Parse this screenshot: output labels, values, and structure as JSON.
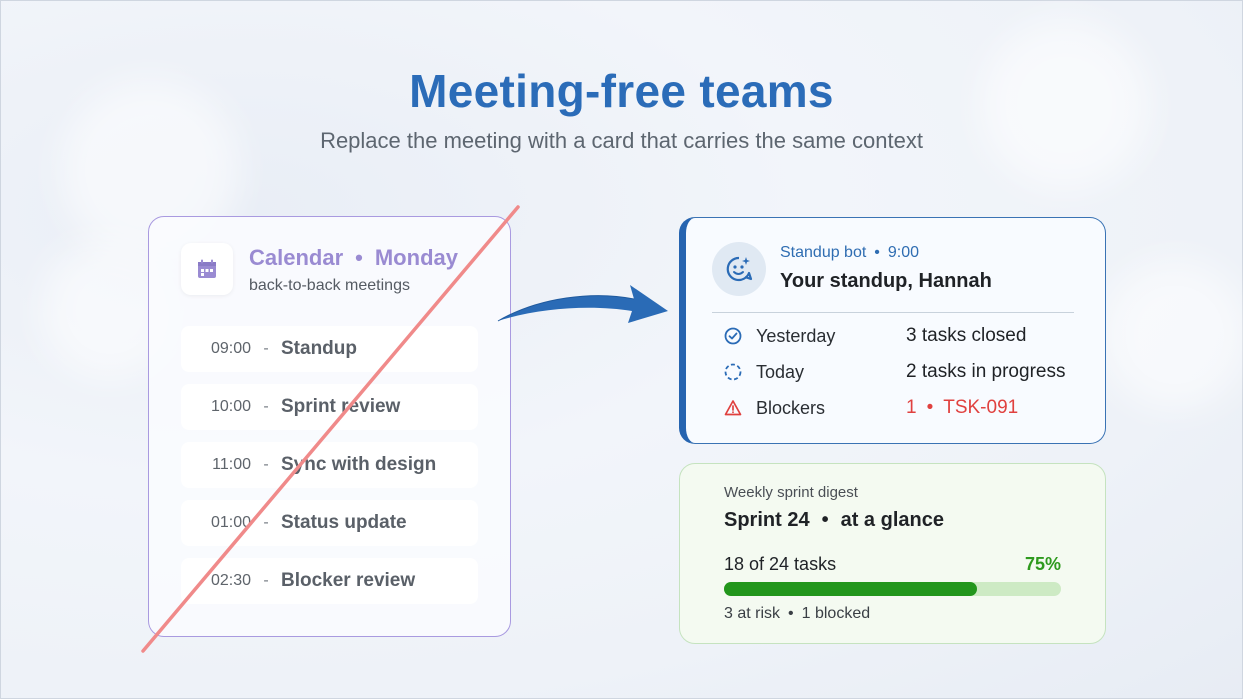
{
  "header": {
    "title": "Meeting-free teams",
    "subtitle": "Replace the meeting with a card that carries the same context"
  },
  "calendar": {
    "title": "Calendar",
    "day": "Monday",
    "separator": "•",
    "subtitle": "back-to-back meetings",
    "icon": "calendar-icon",
    "meetings": [
      {
        "time": "09:00",
        "sep": "-",
        "name": "Standup"
      },
      {
        "time": "10:00",
        "sep": "-",
        "name": "Sprint review"
      },
      {
        "time": "11:00",
        "sep": "-",
        "name": "Sync with design"
      },
      {
        "time": "01:00",
        "sep": "-",
        "name": "Status update"
      },
      {
        "time": "02:30",
        "sep": "-",
        "name": "Blocker review"
      }
    ],
    "accent": "#9a8bd2",
    "strike_color": "#f08a8a"
  },
  "standup": {
    "bot_name": "Standup bot",
    "separator": "•",
    "time": "9:00",
    "title": "Your standup, Hannah",
    "rows": [
      {
        "icon": "check-circle-icon",
        "label": "Yesterday",
        "value": "3 tasks closed"
      },
      {
        "icon": "progress-circle-icon",
        "label": "Today",
        "value": "2 tasks in progress"
      },
      {
        "icon": "warning-icon",
        "label": "Blockers",
        "count": "1",
        "sep": "•",
        "ticket": "TSK-091"
      }
    ],
    "accent": "#2664b0",
    "alert_color": "#e0413f"
  },
  "digest": {
    "label": "Weekly sprint digest",
    "sprint": "Sprint 24",
    "separator": "•",
    "glance": "at a glance",
    "count": "18 of 24 tasks",
    "percent": "75%",
    "progress": 0.75,
    "at_risk": "3 at risk",
    "blocked": "1 blocked",
    "accent": "#22961c"
  }
}
